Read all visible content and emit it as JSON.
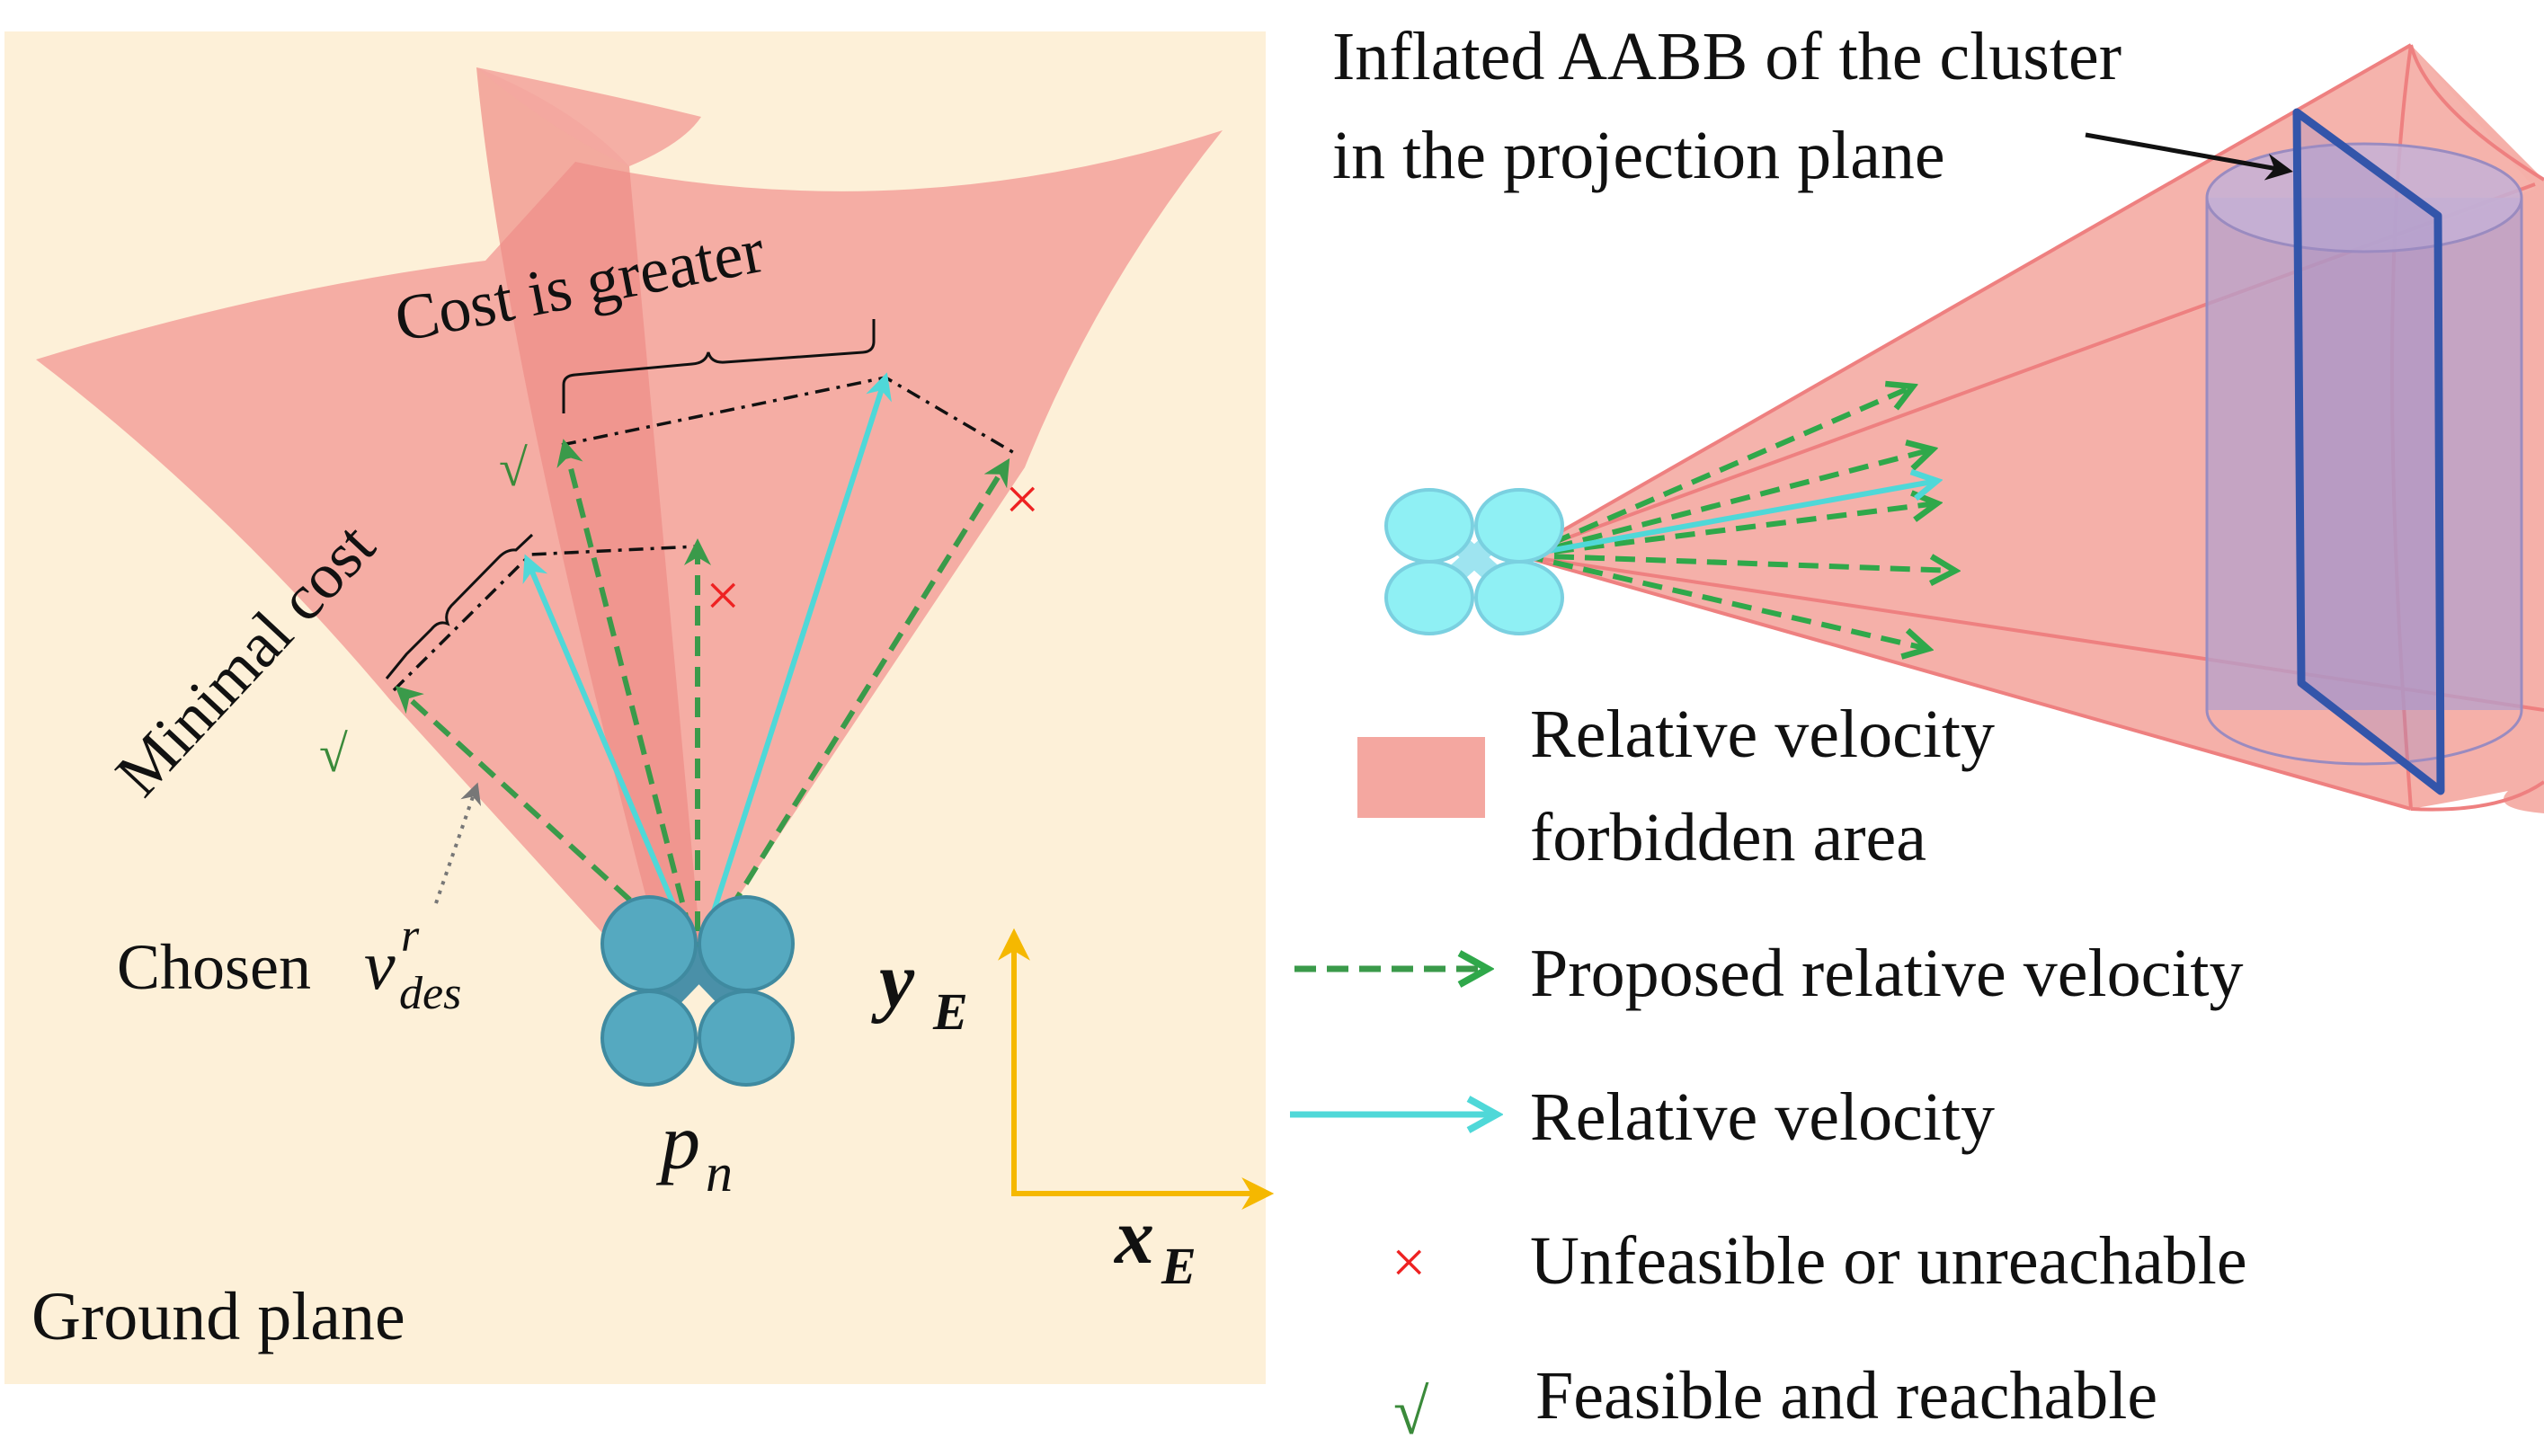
{
  "colors": {
    "ground_plane": "#fdf0d8",
    "forbidden_area": "#f4a7a0",
    "forbidden_area_dark": "#ee8c86",
    "proposed_velocity": "#3a9a4a",
    "relative_velocity": "#4fd8d8",
    "unfeasible_mark": "#ee2222",
    "feasible_mark": "#3a8a3a",
    "axis": "#f5b800",
    "aabb": "#3355aa",
    "cylinder": "#b4a0cc",
    "drone_left": "#55a9c0",
    "drone_right": "#8ff0f4"
  },
  "left_panel": {
    "ground_plane_label": "Ground plane",
    "cost_greater_label": "Cost is greater",
    "minimal_cost_label": "Minimal cost",
    "chosen_label": "Chosen",
    "chosen_symbol": "v",
    "chosen_sup": "r",
    "chosen_sub": "des",
    "drone_symbol": "p",
    "drone_sub": "n",
    "axis_y_symbol": "y",
    "axis_y_sub": "E",
    "axis_x_symbol": "x",
    "axis_x_sub": "E",
    "check_glyph": "√",
    "cross_glyph": "×"
  },
  "right_panel": {
    "callout_line1": "Inflated AABB of the cluster",
    "callout_line2": "in the projection plane"
  },
  "legend": {
    "items": [
      {
        "kind": "swatch",
        "lines": [
          "Relative velocity",
          "forbidden area"
        ]
      },
      {
        "kind": "dashed-arrow",
        "lines": [
          "Proposed relative velocity"
        ]
      },
      {
        "kind": "solid-arrow",
        "lines": [
          "Relative velocity"
        ]
      },
      {
        "kind": "cross",
        "lines": [
          "Unfeasible or unreachable"
        ]
      },
      {
        "kind": "check",
        "lines": [
          "Feasible and reachable"
        ]
      }
    ]
  }
}
